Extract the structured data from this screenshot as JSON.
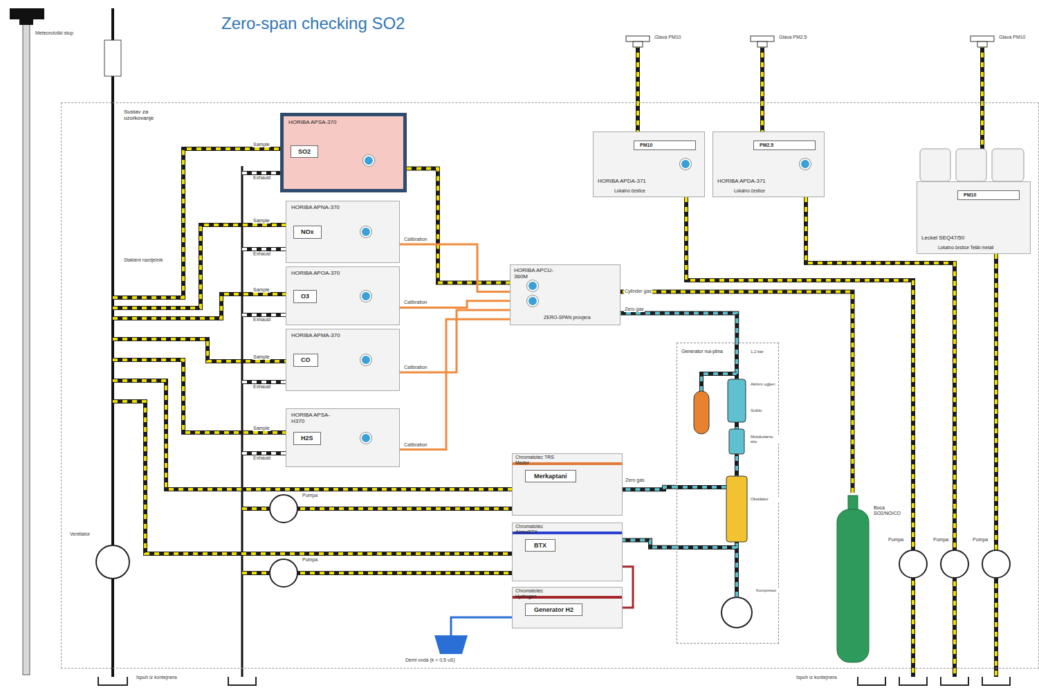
{
  "diagram": {
    "title": "Zero-span checking SO2",
    "nodes": [
      {
        "text": [
          "Sustav za uzorkovanje"
        ]
      },
      {
        "text": [
          "HORIBA APSA-370",
          "SO2"
        ],
        "in": 0
      },
      {
        "text": [
          "HORIBA APNA-370",
          "NOx"
        ],
        "in": 0
      },
      {
        "text": [
          "HORIBA APOA-370",
          "O3"
        ],
        "in": 0
      },
      {
        "text": [
          "HORIBA APMA-370",
          "CO"
        ],
        "in": 0
      },
      {
        "text": [
          "HORIBA APSA-H370",
          "H2S"
        ],
        "in": 0
      },
      {
        "text": [
          "HORIBA APCU-360M",
          "ZERO-SPAN provjera"
        ],
        "in": 0
      },
      {
        "text": [
          "PM10",
          "HORIBA APDA-371",
          "Lokalno čestice"
        ],
        "in": 0
      },
      {
        "text": [
          "PM2.5",
          "HORIBA APDA-371",
          "Lokalno čestice"
        ],
        "in": 0
      },
      {
        "text": [
          "PM10",
          "Leckel SEQ47/50",
          "Lokalno čestice Teški metali"
        ],
        "in": 0
      },
      {
        "text": [
          "Chromatotec TRS Medor",
          "Merkaptani"
        ],
        "in": 0
      },
      {
        "text": [
          "Chromatotec AirmoBTX",
          "BTX"
        ],
        "in": 0
      },
      {
        "text": [
          "Chromatotec Hydrogen",
          "Generator H2"
        ],
        "in": 0
      },
      {
        "text": [
          "Generator nul-plina"
        ],
        "in": 0
      },
      {
        "text": [
          "Boca SO2/NO/CO"
        ],
        "in": 0
      }
    ],
    "edges": [
      {
        "from": 1,
        "to": 6,
        "arrow": "none"
      },
      {
        "from": 6,
        "to": 2,
        "arrow": "none"
      },
      {
        "from": 6,
        "to": 3,
        "arrow": "none"
      },
      {
        "from": 6,
        "to": 4,
        "arrow": "none"
      },
      {
        "from": 6,
        "to": 5,
        "arrow": "none"
      },
      {
        "from": 14,
        "to": 6,
        "arrow": "none"
      },
      {
        "from": 13,
        "to": 6,
        "arrow": "none"
      },
      {
        "from": 13,
        "to": 10,
        "arrow": "none"
      },
      {
        "from": 13,
        "to": 11,
        "arrow": "none"
      },
      {
        "from": 12,
        "to": 11,
        "arrow": "none"
      }
    ],
    "labels": [
      "Meteorološki stup",
      "Stakleni razdjelnik",
      "Sample",
      "Exhaust",
      "Sample",
      "Exhaust",
      "Sample",
      "Exhaust",
      "Sample",
      "Exhaust",
      "Sample",
      "Exhaust",
      "Calibration",
      "Calibration",
      "Calibration",
      "Calibration",
      "Cylinder gas",
      "Zero gas",
      "Glava PM10",
      "Glava PM2.5",
      "Glava PM10",
      "Pumpa",
      "Pumpa",
      "Ventilator",
      "Pumpa",
      "Pumpa",
      "Pumpa",
      "Ispuh iz kontejnera",
      "Ispuh iz kontejnera",
      "Demi voda (k < 0,5 uS)",
      "1,2 bar",
      "Aktivni ugljen",
      "Sušilo",
      "Molekularno sito",
      "Oksidator",
      "Kompresor",
      "Zero gas"
    ]
  }
}
